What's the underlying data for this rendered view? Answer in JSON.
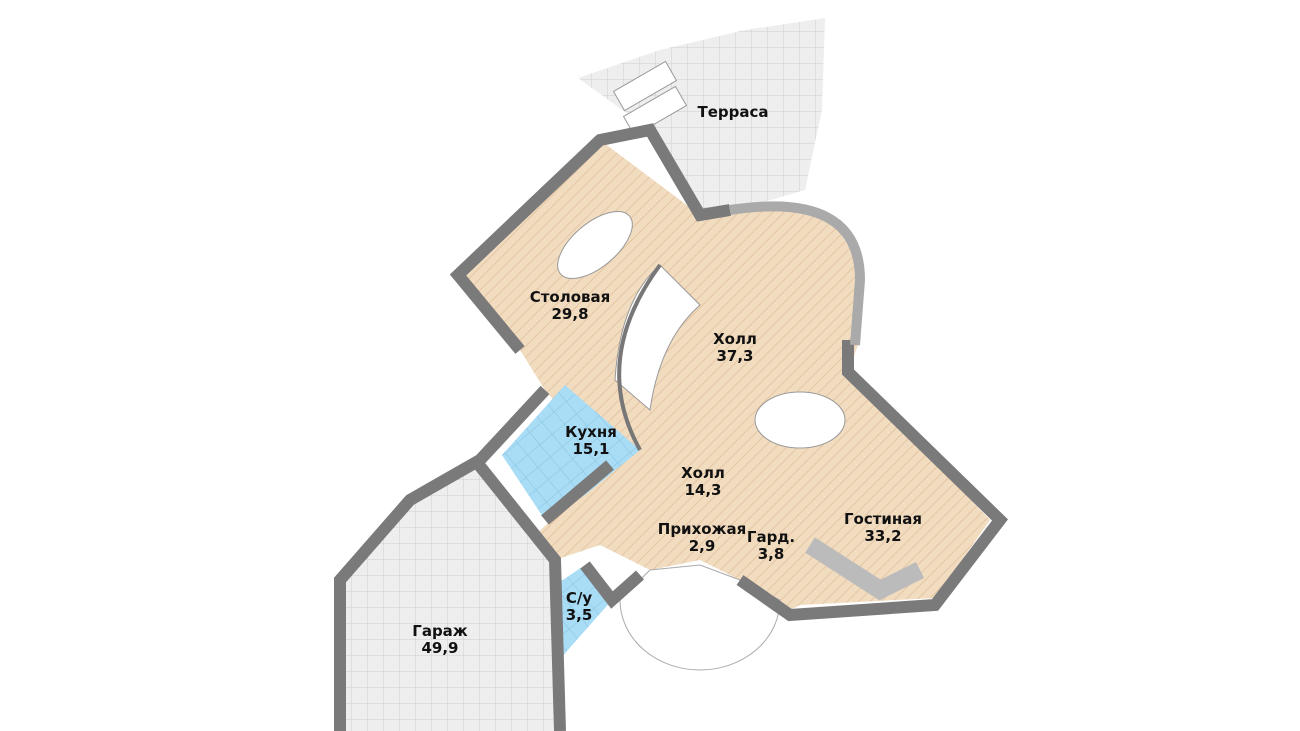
{
  "colors": {
    "floor": "#f2dcc0",
    "tile": "#a9dcf5",
    "terrace": "#e6e6e6",
    "wall": "#7a7a7a",
    "garage": "#eeeeee"
  },
  "rooms": [
    {
      "name": "Терраса",
      "area": ""
    },
    {
      "name": "Столовая",
      "area": "29,8"
    },
    {
      "name": "Холл",
      "area": "37,3"
    },
    {
      "name": "Кухня",
      "area": "15,1"
    },
    {
      "name": "Холл",
      "area": "14,3"
    },
    {
      "name": "Прихожая",
      "area": "2,9"
    },
    {
      "name": "Гард.",
      "area": "3,8"
    },
    {
      "name": "Гостиная",
      "area": "33,2"
    },
    {
      "name": "С/у",
      "area": "3,5"
    },
    {
      "name": "Гараж",
      "area": "49,9"
    }
  ]
}
